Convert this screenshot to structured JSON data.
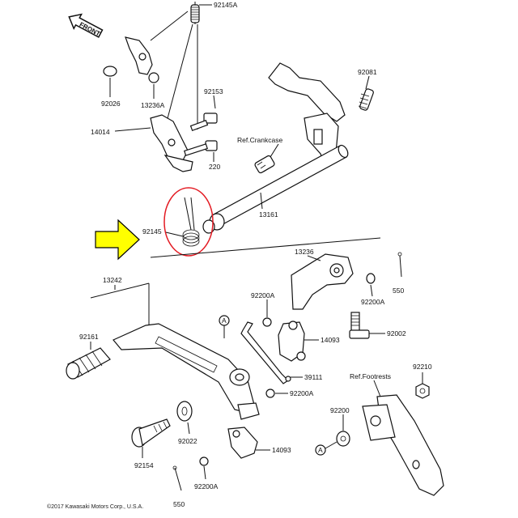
{
  "front_label": "FRONT",
  "labels": {
    "p92145a": "92145A",
    "p92081": "92081",
    "p92026": "92026",
    "p13236a": "13236A",
    "p92153": "92153",
    "p14014": "14014",
    "p220": "220",
    "ref_crankcase": "Ref.Crankcase",
    "p13161": "13161",
    "p92145": "92145",
    "p13236": "13236",
    "p13242": "13242",
    "p550_top": "550",
    "p92200a_1": "92200A",
    "p92200a_2": "92200A",
    "p92161": "92161",
    "p14093_1": "14093",
    "p92002": "92002",
    "p39111": "39111",
    "p92200a_3": "92200A",
    "p92210": "92210",
    "ref_footrests": "Ref.Footrests",
    "p92200": "92200",
    "p92022": "92022",
    "p14093_2": "14093",
    "p92154": "92154",
    "p92200a_4": "92200A",
    "p550_bottom": "550",
    "marker_a_1": "A",
    "marker_a_2": "A"
  },
  "copyright": "©2017 Kawasaki Motors Corp., U.S.A.",
  "colors": {
    "highlight_circle": "#e31b23",
    "pointer_arrow": "#ffff00",
    "ink": "#111111"
  }
}
